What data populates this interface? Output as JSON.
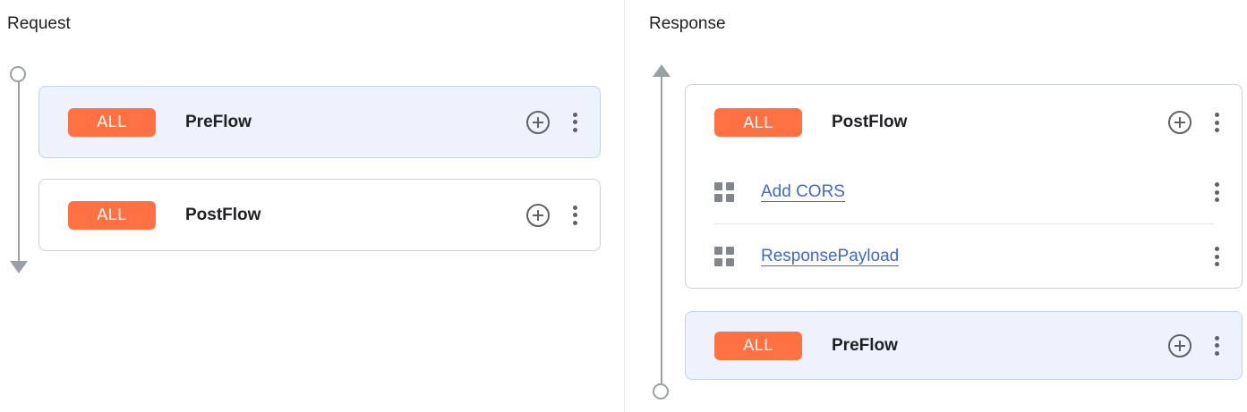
{
  "panels": {
    "request": {
      "title": "Request",
      "connector": {
        "start_node": "circle",
        "end_node": "arrow-down",
        "direction": "down"
      },
      "cards": [
        {
          "name": "PreFlow",
          "badge": "ALL",
          "selected": true,
          "add_icon": "plus-circle-icon",
          "menu_icon": "kebab-menu-icon",
          "policies": []
        },
        {
          "name": "PostFlow",
          "badge": "ALL",
          "selected": false,
          "add_icon": "plus-circle-icon",
          "menu_icon": "kebab-menu-icon",
          "policies": []
        }
      ]
    },
    "response": {
      "title": "Response",
      "connector": {
        "start_node": "arrow-up",
        "end_node": "circle",
        "direction": "up"
      },
      "cards": [
        {
          "name": "PostFlow",
          "badge": "ALL",
          "selected": false,
          "add_icon": "plus-circle-icon",
          "menu_icon": "kebab-menu-icon",
          "policies": [
            {
              "label": "Add CORS",
              "drag_icon": "grid-drag-icon",
              "menu_icon": "kebab-menu-icon"
            },
            {
              "label": "ResponsePayload",
              "drag_icon": "grid-drag-icon",
              "menu_icon": "kebab-menu-icon"
            }
          ]
        },
        {
          "name": "PreFlow",
          "badge": "ALL",
          "selected": true,
          "add_icon": "plus-circle-icon",
          "menu_icon": "kebab-menu-icon",
          "policies": []
        }
      ]
    }
  },
  "colors": {
    "badge_background": "#FF7043",
    "badge_text": "#FFFFFF",
    "selected_card_background": "#EDF2FD",
    "selected_card_border": "#C7D2E8",
    "card_border": "#CDD1D6",
    "link": "#3F68D2",
    "connector": "#9AA0A6",
    "divider": "#E8EAED",
    "title_text": "#202124"
  }
}
